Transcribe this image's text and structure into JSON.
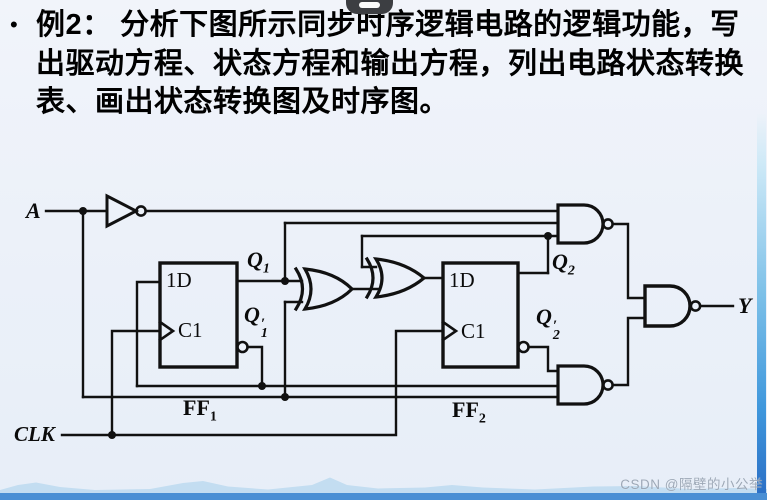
{
  "slide": {
    "bullet": "•",
    "title": {
      "line1": "例2： 分析下图所示同步时序逻辑电路的逻辑功能，写",
      "line2": "出驱动方程、状态方程和输出方程，列出电路状态转换",
      "line3": "表、画出状态转换图及时序图。"
    }
  },
  "circuit": {
    "input_label": "A",
    "clock_label": "CLK",
    "output_label": "Y",
    "ff1": {
      "d_input": "1D",
      "clock_input": "C1",
      "name": "FF",
      "name_sub": "1"
    },
    "ff2": {
      "d_input": "1D",
      "clock_input": "C1",
      "name": "FF",
      "name_sub": "2"
    },
    "q1": {
      "base": "Q",
      "sub": "1"
    },
    "q1_not": {
      "base": "Q",
      "prime": "′",
      "sub": "1"
    },
    "q2": {
      "base": "Q",
      "sub": "2"
    },
    "q2_not": {
      "base": "Q",
      "prime": "′",
      "sub": "2"
    }
  },
  "watermark": "CSDN @隔壁的小公举",
  "colors": {
    "wire": "#111111",
    "accent_bar": "#4a8fd4",
    "mountain": "#c3ddf1",
    "background": "#ecf1f9"
  }
}
